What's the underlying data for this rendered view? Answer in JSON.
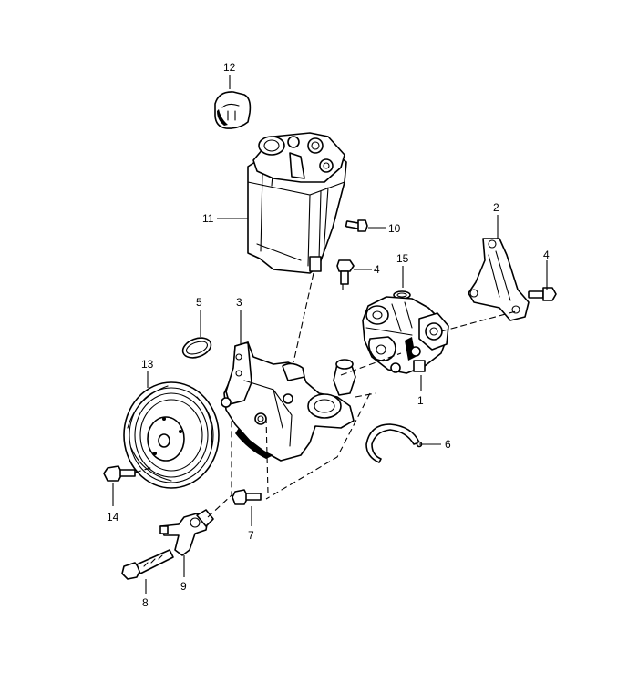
{
  "callouts": [
    {
      "id": "p1",
      "label": "1"
    },
    {
      "id": "p2",
      "label": "2"
    },
    {
      "id": "p3",
      "label": "3"
    },
    {
      "id": "p4a",
      "label": "4"
    },
    {
      "id": "p4b",
      "label": "4"
    },
    {
      "id": "p5",
      "label": "5"
    },
    {
      "id": "p6",
      "label": "6"
    },
    {
      "id": "p7",
      "label": "7"
    },
    {
      "id": "p8",
      "label": "8"
    },
    {
      "id": "p9",
      "label": "9"
    },
    {
      "id": "p10",
      "label": "10"
    },
    {
      "id": "p11",
      "label": "11"
    },
    {
      "id": "p12",
      "label": "12"
    },
    {
      "id": "p13",
      "label": "13"
    },
    {
      "id": "p14",
      "label": "14"
    },
    {
      "id": "p15",
      "label": "15"
    }
  ]
}
